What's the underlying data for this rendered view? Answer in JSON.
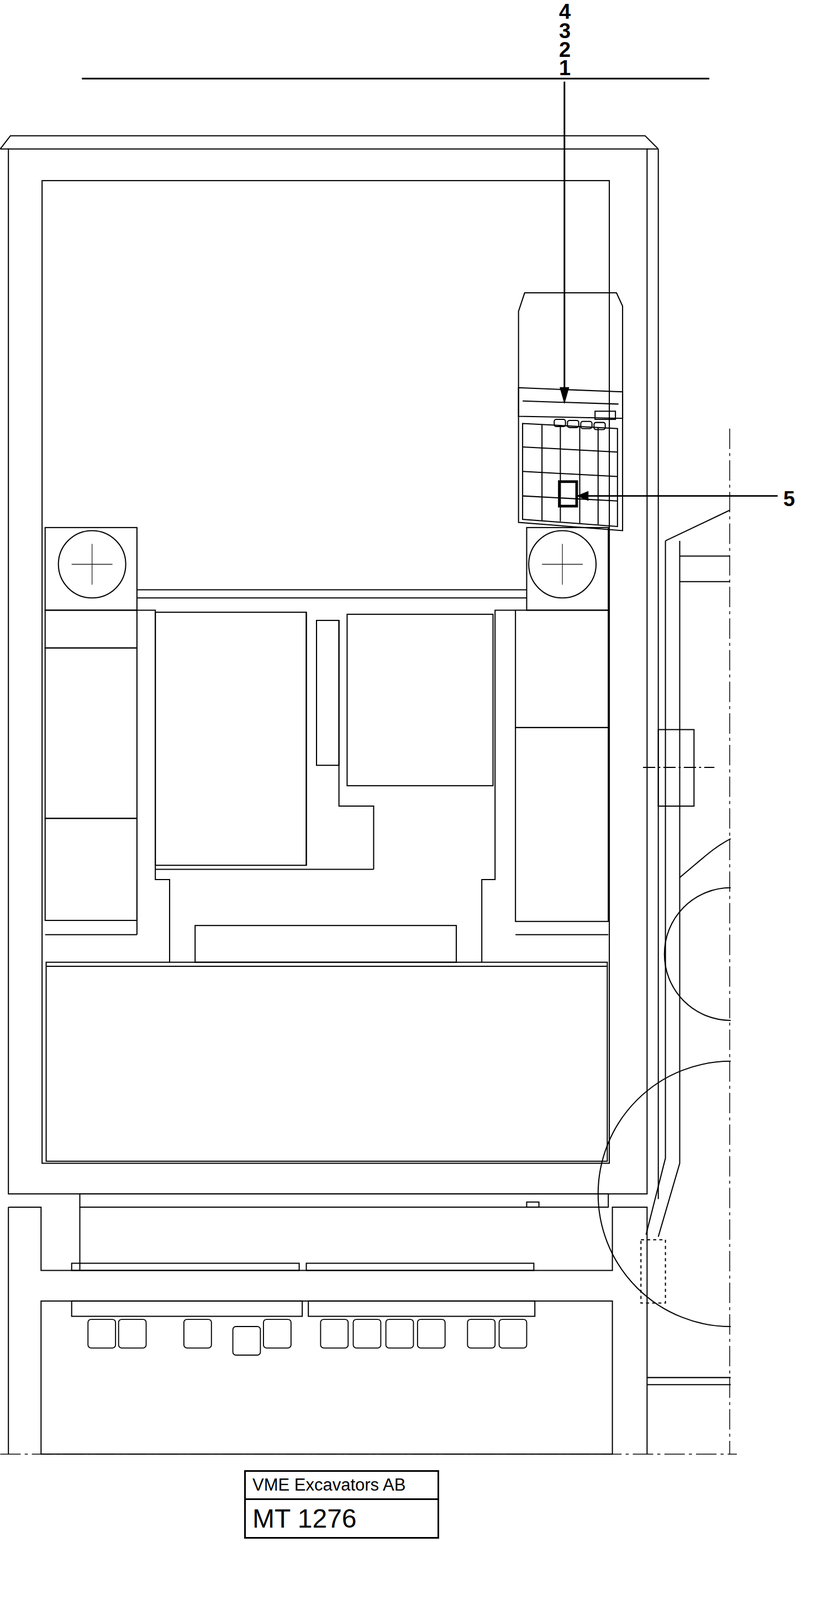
{
  "diagram": {
    "nodes": [
      {
        "text": [
          "VME Excavators AB",
          "MT 1276"
        ]
      }
    ],
    "labels": [
      "4",
      "3",
      "2",
      "1",
      "5"
    ]
  }
}
